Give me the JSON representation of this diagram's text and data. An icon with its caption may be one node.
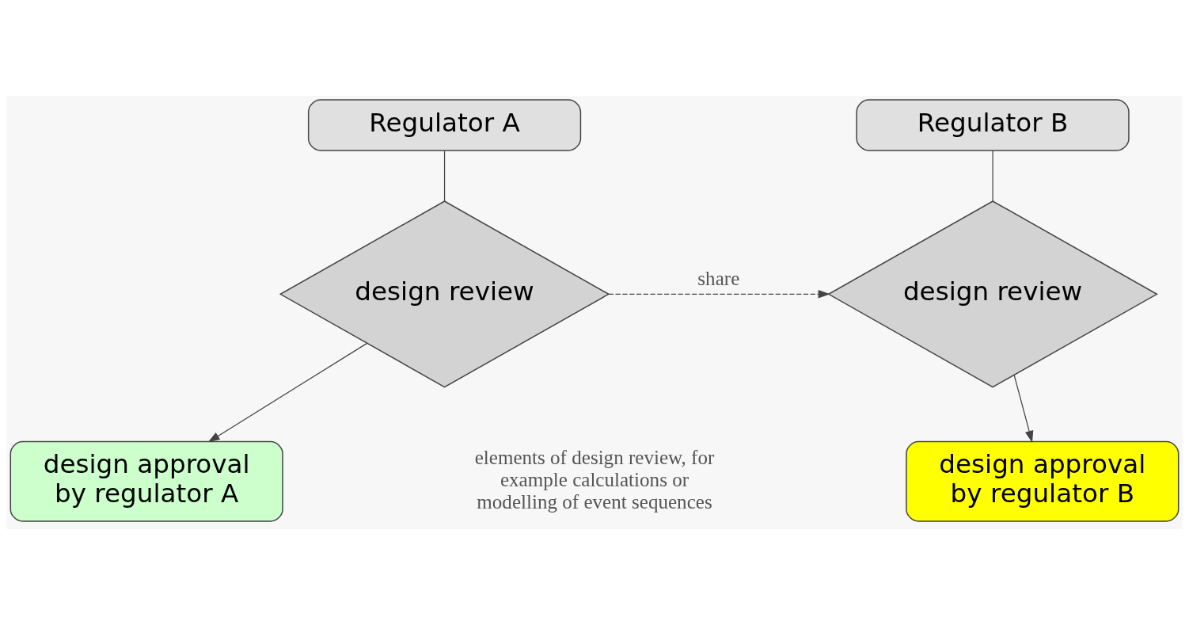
{
  "diagram": {
    "nodes": [
      {
        "text": [
          "Regulator A"
        ]
      },
      {
        "text": [
          "design review"
        ]
      },
      {
        "text": [
          "design approval by regulator A"
        ]
      },
      {
        "text": [
          "Regulator B"
        ]
      },
      {
        "text": [
          "design review"
        ]
      },
      {
        "text": [
          "design approval by regulator B"
        ]
      }
    ],
    "edges": [
      {
        "from": 0,
        "to": 1,
        "arrow": "none"
      },
      {
        "from": 1,
        "to": 2,
        "arrow": "to"
      },
      {
        "from": 3,
        "to": 4,
        "arrow": "none"
      },
      {
        "from": 4,
        "to": 5,
        "arrow": "to"
      },
      {
        "from": 1,
        "to": 4,
        "arrow": "to",
        "style": "dashed",
        "label": "share"
      }
    ],
    "labels": [
      "elements of design review, for example calculations or modelling of event sequences"
    ]
  }
}
